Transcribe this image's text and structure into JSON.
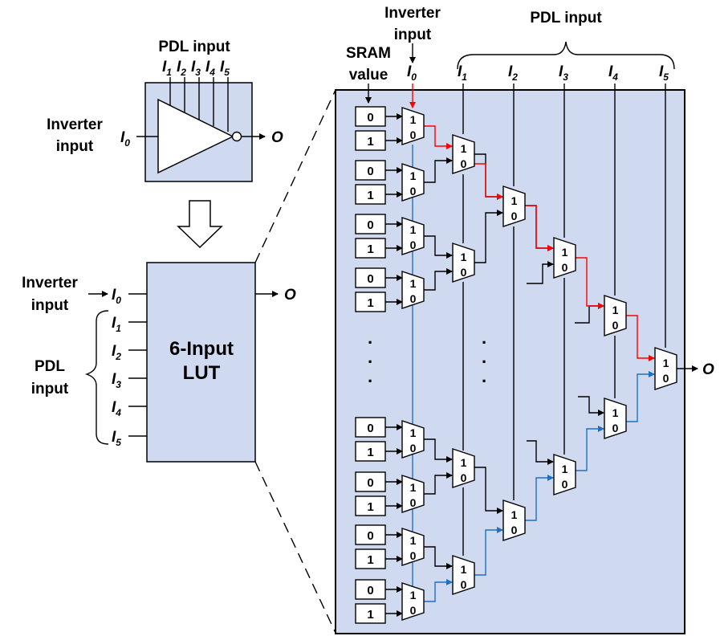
{
  "colors": {
    "panel_fill": "#cfdaf1",
    "line": "#000000",
    "selected_path": "#ff0000",
    "inverter_path": "#1f6fc4",
    "background": "#ffffff"
  },
  "inverter": {
    "pdl_input_label": "PDL input",
    "input_label_line1": "Inverter",
    "input_label_line2": "input",
    "input_signal": "I",
    "input_sub": "0",
    "output_signal": "O",
    "pdl_pins": [
      {
        "sym": "I",
        "sub": "1"
      },
      {
        "sym": "I",
        "sub": "2"
      },
      {
        "sym": "I",
        "sub": "3"
      },
      {
        "sym": "I",
        "sub": "4"
      },
      {
        "sym": "I",
        "sub": "5"
      }
    ]
  },
  "lut": {
    "title_line1": "6-Input",
    "title_line2": "LUT",
    "inverter_label_line1": "Inverter",
    "inverter_label_line2": "input",
    "pdl_label_line1": "PDL",
    "pdl_label_line2": "input",
    "output_signal": "O",
    "pins": [
      {
        "sym": "I",
        "sub": "0"
      },
      {
        "sym": "I",
        "sub": "1"
      },
      {
        "sym": "I",
        "sub": "2"
      },
      {
        "sym": "I",
        "sub": "3"
      },
      {
        "sym": "I",
        "sub": "4"
      },
      {
        "sym": "I",
        "sub": "5"
      }
    ]
  },
  "detail": {
    "sram_label_line1": "SRAM",
    "sram_label_line2": "value",
    "inverter_label_line1": "Inverter",
    "inverter_label_line2": "input",
    "pdl_input_label": "PDL input",
    "output_signal": "O",
    "column_inputs": [
      {
        "sym": "I",
        "sub": "0"
      },
      {
        "sym": "I",
        "sub": "1"
      },
      {
        "sym": "I",
        "sub": "2"
      },
      {
        "sym": "I",
        "sub": "3"
      },
      {
        "sym": "I",
        "sub": "4"
      },
      {
        "sym": "I",
        "sub": "5"
      }
    ],
    "sram_values": [
      "0",
      "1",
      "0",
      "1",
      "0",
      "1",
      "0",
      "1",
      "0",
      "1",
      "0",
      "1",
      "0",
      "1",
      "0",
      "1"
    ],
    "mux_labels": {
      "top": "1",
      "bottom": "0"
    },
    "ellipsis": "."
  }
}
